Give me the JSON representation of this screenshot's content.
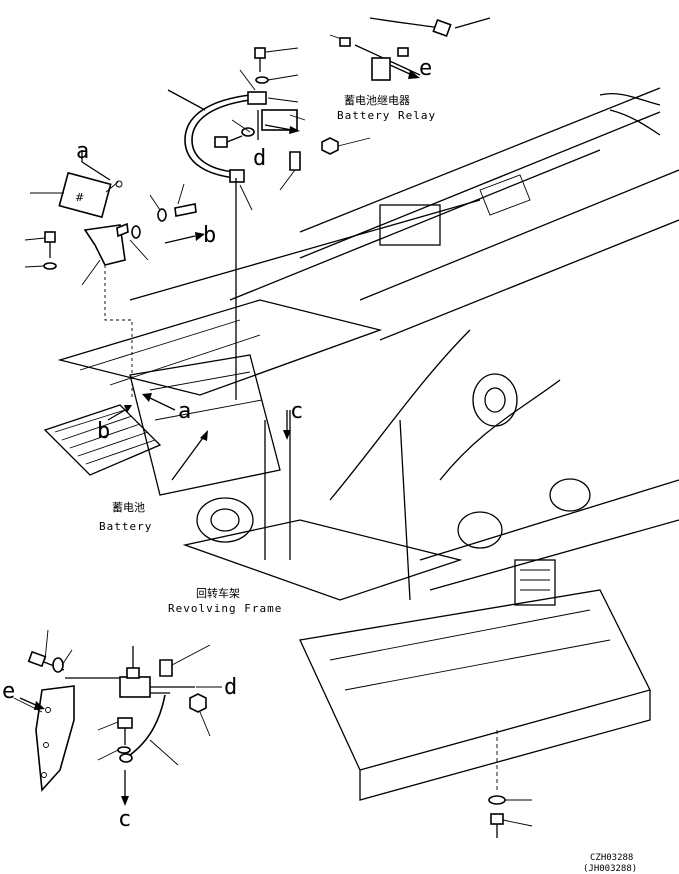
{
  "labels": {
    "a": "a",
    "b": "b",
    "c": "c",
    "d": "d",
    "e": "e"
  },
  "battery_relay": {
    "cn": "蓄电池继电器",
    "en": "Battery Relay"
  },
  "battery": {
    "cn": "蓄电池",
    "en": "Battery"
  },
  "revolving_frame": {
    "cn": "回转车架",
    "en": "Revolving Frame"
  },
  "drawing_code": {
    "line1": "CZH03288",
    "line2": "(JH003288)"
  }
}
